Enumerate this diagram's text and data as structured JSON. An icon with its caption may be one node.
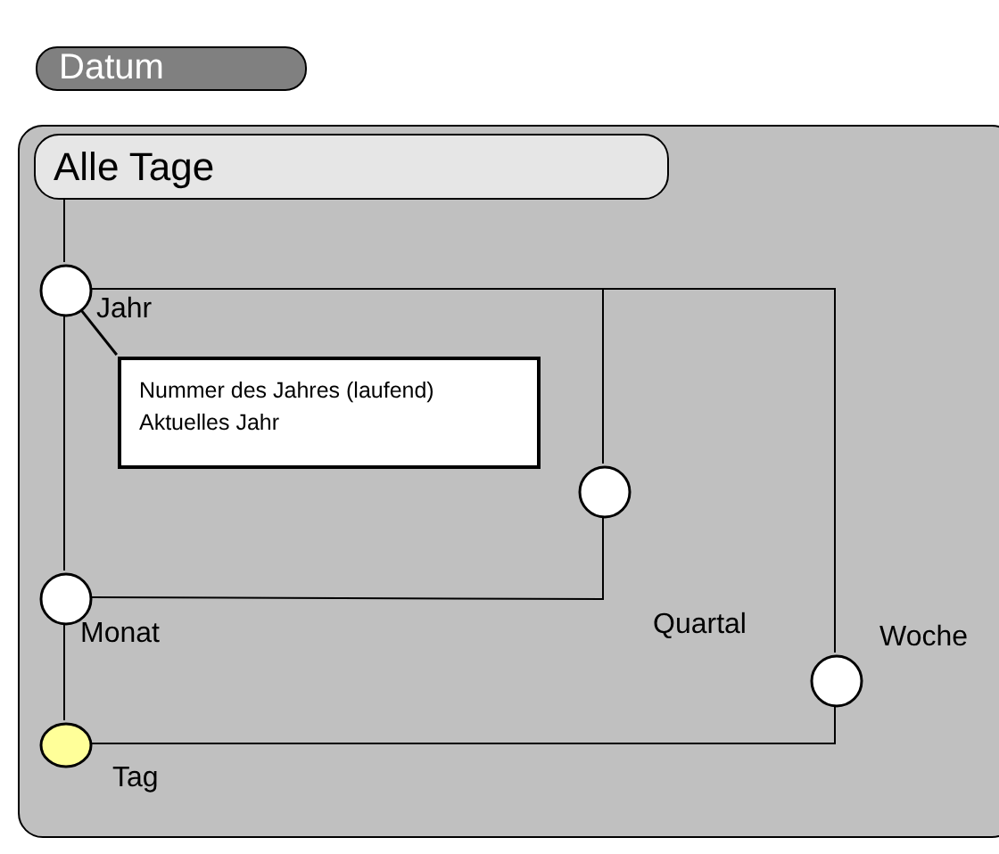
{
  "diagram": {
    "nodes": [
      {
        "text": [
          "Datum"
        ]
      },
      {
        "text": [],
        "shape": "box"
      },
      {
        "text": [
          "Alle Tage"
        ],
        "in": 1
      },
      {
        "text": [],
        "shape": "circle",
        "in": 1,
        "beside": [
          "Jahr"
        ]
      },
      {
        "text": [
          "Nummer des Jahres (laufend)",
          "Aktuelles Jahr"
        ],
        "in": 1
      },
      {
        "text": [],
        "shape": "circle",
        "in": 1,
        "beside": [
          "Quartal"
        ]
      },
      {
        "text": [],
        "shape": "circle",
        "in": 1,
        "beside": [
          "Monat"
        ]
      },
      {
        "text": [],
        "shape": "circle",
        "in": 1,
        "beside": [
          "Woche"
        ]
      },
      {
        "text": [],
        "shape": "circle",
        "in": 1,
        "beside": [
          "Tag"
        ]
      }
    ],
    "edges": [
      {
        "from": 2,
        "to": 3,
        "arrow": "none"
      },
      {
        "from": 3,
        "to": 5,
        "arrow": "none"
      },
      {
        "from": 3,
        "to": 7,
        "arrow": "none"
      },
      {
        "from": 3,
        "to": 6,
        "arrow": "none"
      },
      {
        "from": 5,
        "to": 6,
        "arrow": "none"
      },
      {
        "from": 6,
        "to": 8,
        "arrow": "none"
      },
      {
        "from": 7,
        "to": 8,
        "arrow": "none"
      },
      {
        "from": 4,
        "to": 3,
        "arrow": "none"
      }
    ]
  }
}
